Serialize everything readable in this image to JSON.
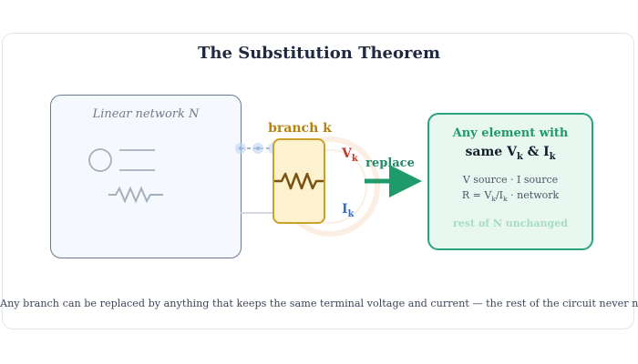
{
  "title": "The Substitution Theorem",
  "network": {
    "label": "Linear network N"
  },
  "branch": {
    "label": "branch k",
    "voltage": {
      "symbol": "V",
      "sub": "k",
      "color": "#c0392b"
    },
    "current": {
      "symbol": "I",
      "sub": "k",
      "color": "#2f6fd0"
    }
  },
  "arrow": {
    "label": "replace",
    "color": "#1f9a6a"
  },
  "replacement": {
    "title": "Any element with",
    "subtitle": {
      "prefix": "same ",
      "v": "V",
      "v_sub": "k",
      "amp": " & ",
      "i": "I",
      "i_sub": "k"
    },
    "options": "V source · I source",
    "formula": {
      "prefix": "R = V",
      "v_sub": "k",
      "slash": "/I",
      "i_sub": "k",
      "suffix": " · network"
    },
    "note": "rest of N unchanged"
  },
  "caption": "Any branch can be replaced by anything that keeps the same terminal voltage and current — the rest of the circuit never notices",
  "colors": {
    "network_border": "#6c7a90",
    "branch_fill": "#fdf2cf",
    "branch_border": "#c9a227",
    "result_fill": "#e8f8f0",
    "result_border": "#2aa37a"
  }
}
